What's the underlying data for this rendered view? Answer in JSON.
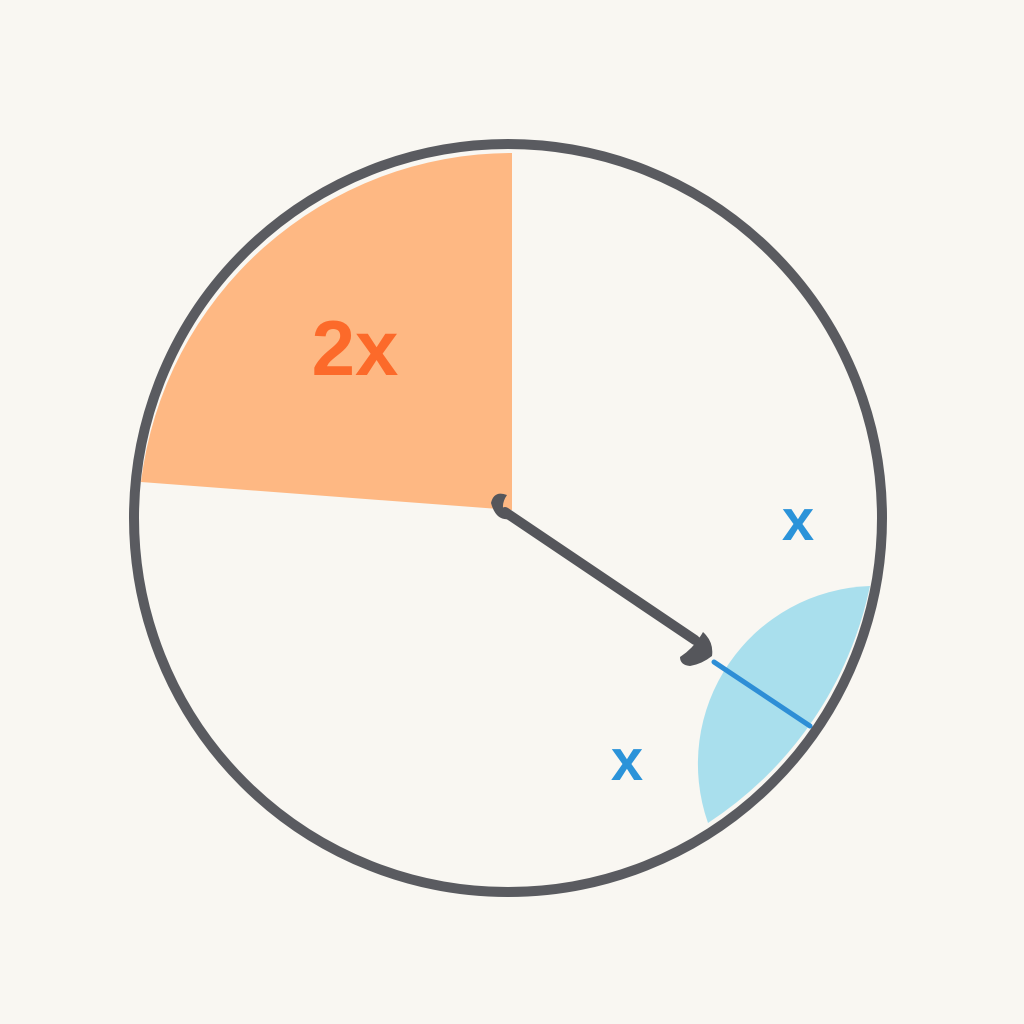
{
  "diagram": {
    "labels": {
      "orange_sector": "2x",
      "blue_upper": "x",
      "blue_lower": "x"
    },
    "colors": {
      "background": "#f9f7f2",
      "circle_fill": "#f9f7f2",
      "circle_stroke": "#5a5b60",
      "orange_sector_fill": "#feb883",
      "orange_label": "#fc6a2a",
      "blue_fill": "#a9dfed",
      "blue_line": "#2e8ed6",
      "blue_label": "#2b93d9",
      "arrow": "#55565b"
    }
  }
}
